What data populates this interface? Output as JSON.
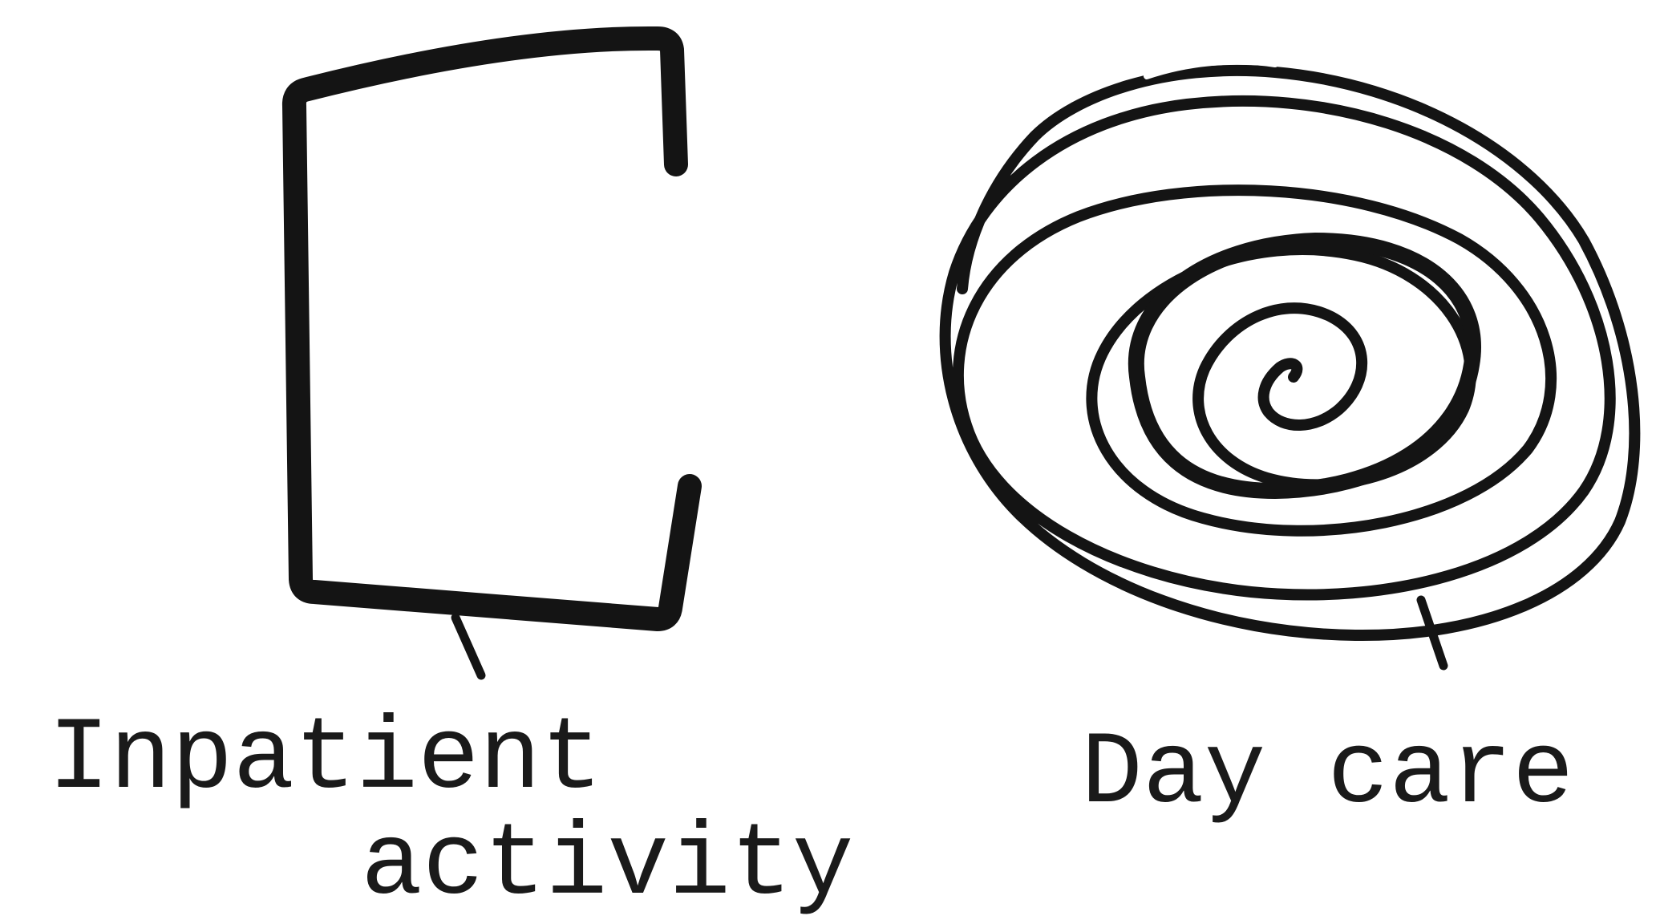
{
  "figure": {
    "ink_color": "#141414",
    "background": "#ffffff",
    "symbols": [
      {
        "symbol": "open-rectangle-bracket",
        "label_lines": [
          "Inpatient",
          "activity"
        ]
      },
      {
        "symbol": "scribbled-spiral",
        "label_lines": [
          "Day care"
        ]
      }
    ]
  }
}
